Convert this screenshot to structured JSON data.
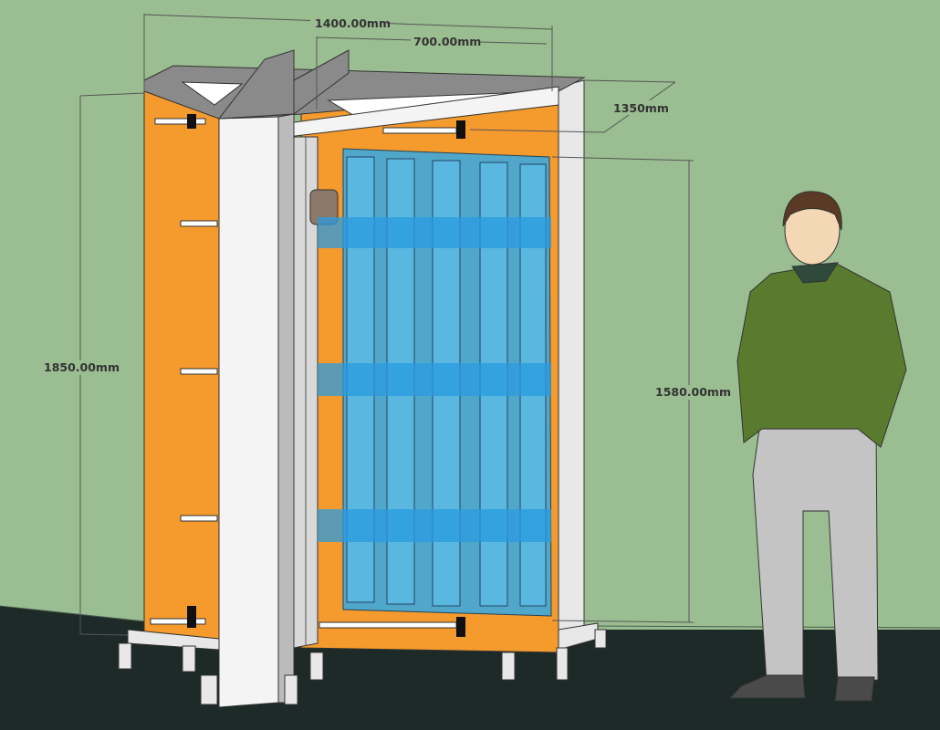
{
  "dimensions": {
    "overall_width": "1400.00mm",
    "door_width": "700.00mm",
    "depth": "1350mm",
    "overall_height": "1850.00mm",
    "panel_height": "1580.00mm"
  },
  "colors": {
    "wall": "#9abe91",
    "floor": "#1d2a27",
    "panel": "#f59a2c",
    "glass": "#3fa9dc",
    "frame": "#f2f2f2",
    "shirt": "#5a7a2e",
    "pants": "#c4c4c4"
  }
}
